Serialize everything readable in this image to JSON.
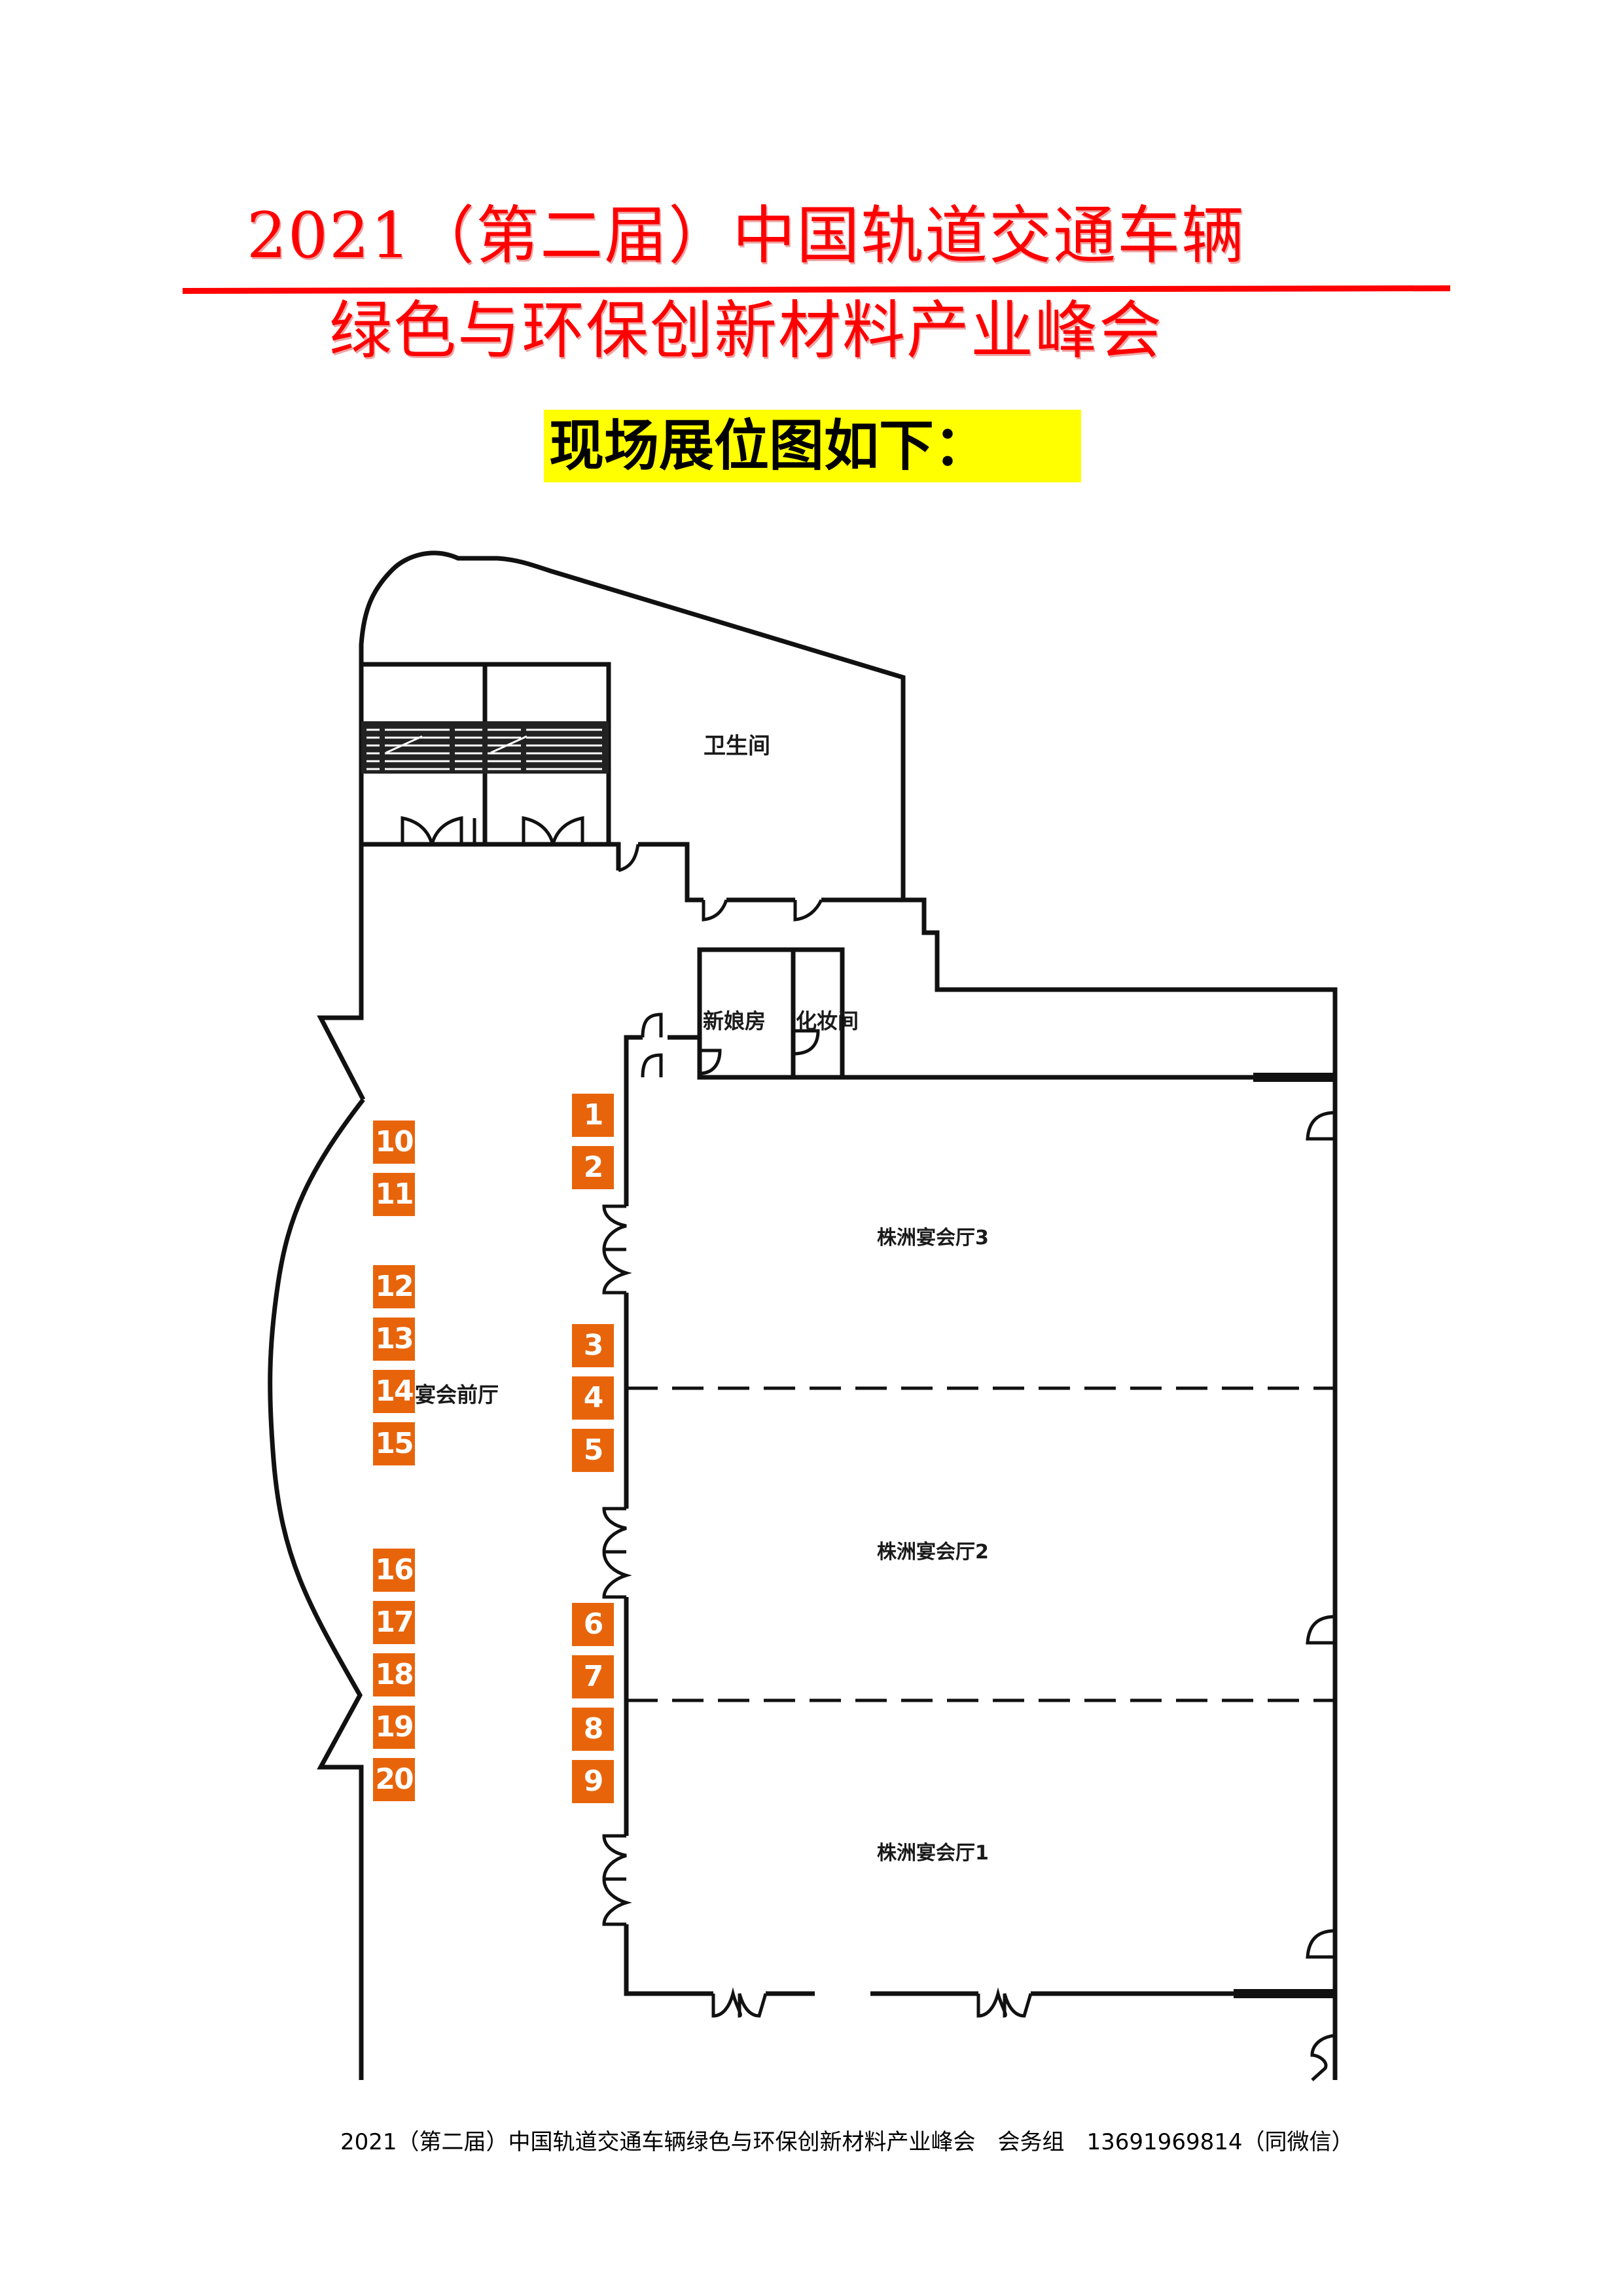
{
  "header": {
    "title_line1": "2021（第二届）中国轨道交通车辆",
    "title_line2": "绿色与环保创新材料产业峰会",
    "subtitle": "现场展位图如下：",
    "colors": {
      "title": "#ff0000",
      "rule": "#ff0000",
      "subtitle_highlight": "#ffff00"
    }
  },
  "floorplan": {
    "rooms": {
      "restroom": "卫生间",
      "bridal_room": "新娘房",
      "makeup_room": "化妆间",
      "pre_function": "宴会前厅",
      "hall3": "株洲宴会厅3",
      "hall2": "株洲宴会厅2",
      "hall1": "株洲宴会厅1"
    },
    "booth_color": "#e8640a",
    "booths_right_column": [
      "1",
      "2",
      "3",
      "4",
      "5",
      "6",
      "7",
      "8",
      "9"
    ],
    "booths_left_column": [
      "10",
      "11",
      "12",
      "13",
      "14",
      "15",
      "16",
      "17",
      "18",
      "19",
      "20"
    ]
  },
  "footer": {
    "text": "2021（第二届）中国轨道交通车辆绿色与环保创新材料产业峰会　会务组　13691969814（同微信）"
  }
}
